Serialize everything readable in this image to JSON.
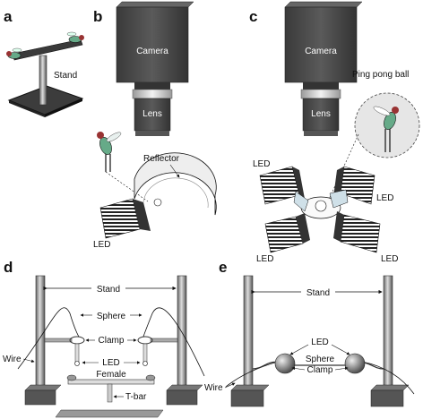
{
  "panels": {
    "a": {
      "letter": "a",
      "stand_label": "Stand"
    },
    "b": {
      "letter": "b",
      "camera_label": "Camera",
      "lens_label": "Lens",
      "reflector_label": "Reflector",
      "led_label": "LED"
    },
    "c": {
      "letter": "c",
      "camera_label": "Camera",
      "lens_label": "Lens",
      "ball_label": "Ping pong ball",
      "led_labels": [
        "LED",
        "LED",
        "LED",
        "LED"
      ]
    },
    "d": {
      "letter": "d",
      "stand_label": "Stand",
      "sphere_label": "Sphere",
      "clamp_label": "Clamp",
      "wire_label": "Wire",
      "led_label": "LED",
      "female_label": "Female",
      "tbar_label": "T-bar"
    },
    "e": {
      "letter": "e",
      "stand_label": "Stand",
      "led_label": "LED",
      "sphere_label": "Sphere",
      "clamp_label": "Clamp",
      "wire_label": "Wire"
    }
  },
  "colors": {
    "camera_body": "#4a4a4a",
    "lens_dark": "#555555",
    "ring_light": "#d8d8d8",
    "ink": "#111111"
  }
}
